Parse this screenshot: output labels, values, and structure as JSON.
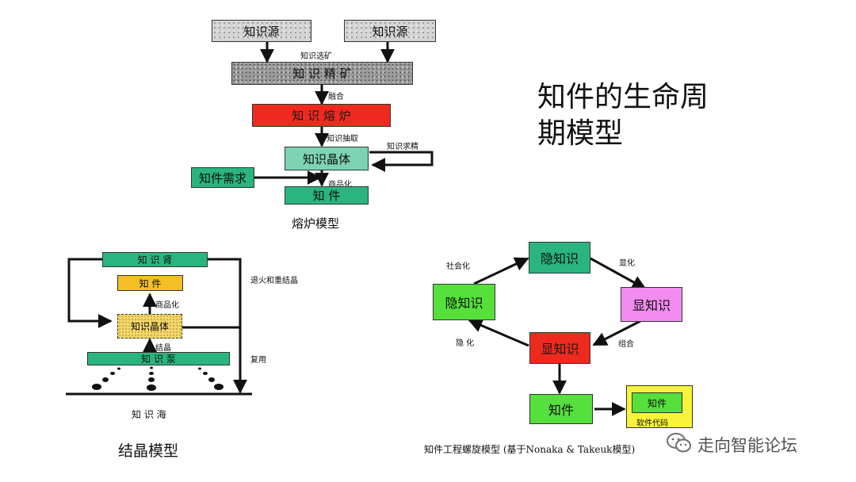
{
  "title": {
    "line1": "知件的生命周",
    "line2": "期模型"
  },
  "furnace": {
    "source1": "知识源",
    "source2": "知识源",
    "label_mining": "知识选矿",
    "ore": "知 识 精 矿",
    "label_fusion": "融合",
    "furnace": "知 识 熔 炉",
    "label_extract": "知识抽取",
    "crystal": "知识晶体",
    "label_refine": "知识求精",
    "demand": "知件需求",
    "label_commercial": "商品化",
    "product": "知   件",
    "caption": "熔炉模型"
  },
  "crystal_model": {
    "store": "知 识 肾",
    "product": "知    件",
    "label_commercial": "商品化",
    "crystal": "知识晶体",
    "label_crystallize": "结晶",
    "pump": "知 识 泵",
    "label_anneal": "退火和重结晶",
    "label_reuse": "复用",
    "sea": "知 识 海",
    "caption": "结晶模型"
  },
  "spiral": {
    "tacit_top": "隐知识",
    "explicit_right": "显知识",
    "explicit_bottom": "显知识",
    "tacit_left": "隐知识",
    "label_socialize": "社会化",
    "label_externalize": "显化",
    "label_combine": "组合",
    "label_internalize": "隐 化",
    "product": "知件",
    "inner_product": "知件",
    "code_label": "软件代码",
    "caption": "知件工程螺旋模型 (基于Nonaka & Takeuk模型)"
  },
  "watermark": {
    "text": "走向智能论坛",
    "icon": "wechat-icon"
  },
  "colors": {
    "red": "#ee2a1e",
    "teal": "#2bb57e",
    "light_teal": "#7ed3b3",
    "yellow": "#f4bf25",
    "green": "#55e03c",
    "pink": "#f28cf0",
    "code_box": "#f7f43a"
  }
}
